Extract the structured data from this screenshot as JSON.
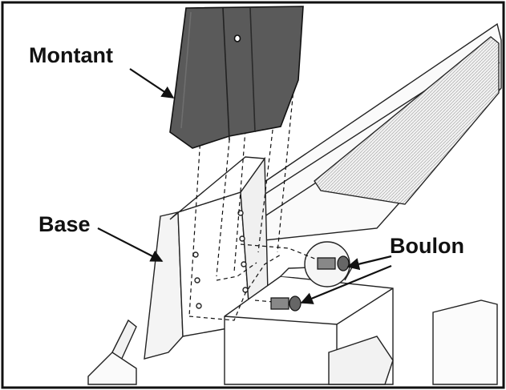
{
  "labels": {
    "montant": "Montant",
    "base": "Base",
    "boulon": "Boulon"
  },
  "colors": {
    "frame": "#111111",
    "upright_fill": "#555555",
    "line": "#222222",
    "grille": "#cfcfcf"
  },
  "icons": {
    "arrow": "arrow-head-icon",
    "bolt": "bolt-icon"
  }
}
